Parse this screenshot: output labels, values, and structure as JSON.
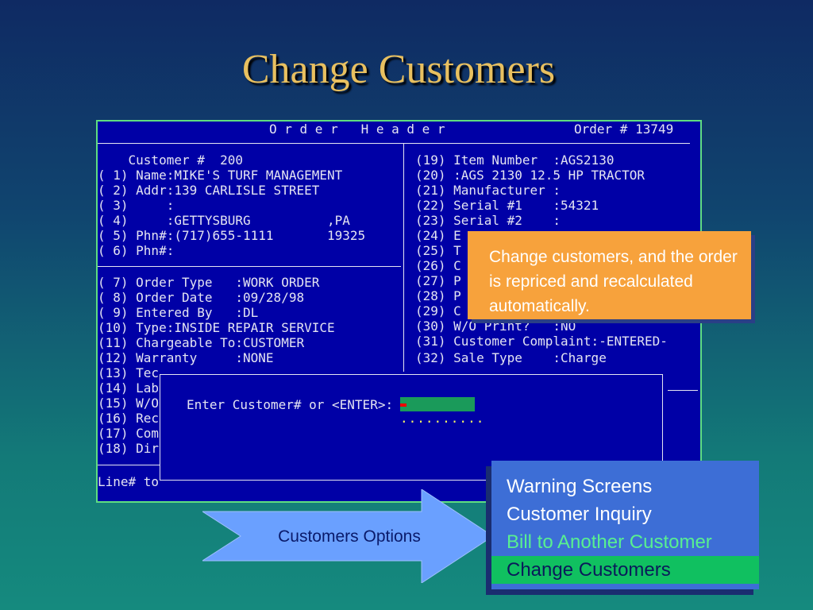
{
  "slide": {
    "title": "Change Customers"
  },
  "terminal": {
    "header": {
      "title": "O r d e r   H e a d e r",
      "order": "Order # 13749"
    },
    "left_top": [
      "    Customer #  200",
      "( 1) Name:MIKE'S TURF MANAGEMENT",
      "( 2) Addr:139 CARLISLE STREET",
      "( 3)     :",
      "( 4)     :GETTYSBURG          ,PA",
      "( 5) Phn#:(717)655-1111       19325",
      "( 6) Phn#:"
    ],
    "left_mid": [
      "( 7) Order Type   :WORK ORDER",
      "( 8) Order Date   :09/28/98",
      "( 9) Entered By   :DL",
      "(10) Type:INSIDE REPAIR SERVICE",
      "(11) Chargeable To:CUSTOMER",
      "(12) Warranty     :NONE",
      "(13) Tec",
      "(14) Lab",
      "(15) W/O",
      "(16) Rec",
      "(17) Com",
      "(18) Dir"
    ],
    "right": [
      "(19) Item Number  :AGS2130",
      "(20) :AGS 2130 12.5 HP TRACTOR",
      "(21) Manufacturer :",
      "(22) Serial #1    :54321",
      "(23) Serial #2    :",
      "(24) E",
      "(25) T",
      "(26) C",
      "(27) P",
      "(28) P",
      "(29) C",
      "(30) W/O Print?   :NO",
      "(31) Customer Complaint:-ENTERED-",
      "(32) Sale Type    :Charge"
    ],
    "footer": "Line# to",
    "dialog": {
      "prompt": "Enter Customer# or <ENTER>:",
      "input_value": "..........",
      "cursor": "red"
    }
  },
  "callout": {
    "text": "Change customers, and the order is repriced and recalculated automatically."
  },
  "arrow": {
    "label": "Customers Options"
  },
  "menu": {
    "items": [
      {
        "label": "Warning Screens",
        "state": "normal"
      },
      {
        "label": "Customer Inquiry",
        "state": "normal"
      },
      {
        "label": "Bill to Another Customer",
        "state": "green"
      },
      {
        "label": "Change Customers",
        "state": "active"
      }
    ]
  },
  "colors": {
    "terminal_bg": "#0000a6",
    "terminal_border": "#5fdd80",
    "callout_bg": "#f7a23c",
    "menu_bg": "#3d6ed6",
    "menu_active": "#10c060",
    "title": "#e8c060",
    "arrow": "#6aa0ff"
  }
}
